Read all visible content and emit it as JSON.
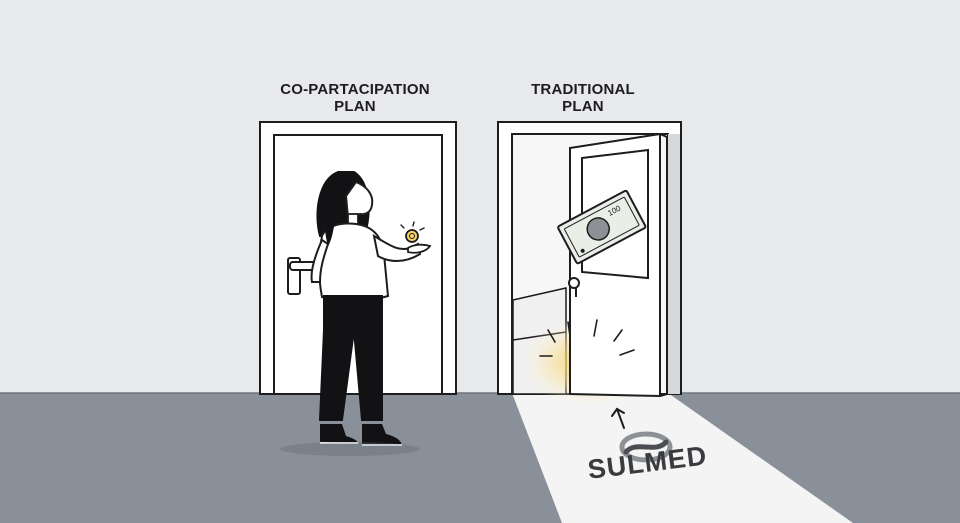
{
  "scene": {
    "left_door": {
      "label_line1": "CO-PARTACIPATION",
      "label_line2": "PLAN"
    },
    "right_door": {
      "label_line1": "TRADITIONAL",
      "label_line2": "PLAN"
    },
    "banknote_value": "100",
    "brand": "SULMED"
  },
  "colors": {
    "wall": "#e8e9eb",
    "floor": "#8a9099",
    "path": "#f4f4f4",
    "glow": "#f7c948",
    "ink": "#1d1d1f",
    "banknote": "#e9eee6"
  },
  "icons": [
    "coin-icon",
    "banknote-icon",
    "arrow-up-icon",
    "sulmed-logo-icon"
  ]
}
